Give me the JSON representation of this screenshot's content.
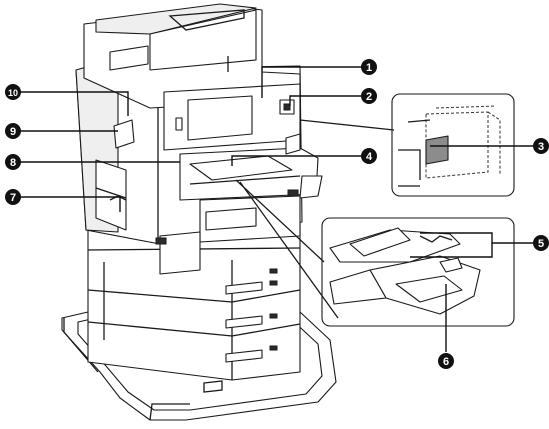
{
  "callouts": [
    {
      "id": "1",
      "label": "1"
    },
    {
      "id": "2",
      "label": "2"
    },
    {
      "id": "3",
      "label": "3"
    },
    {
      "id": "4",
      "label": "4"
    },
    {
      "id": "5",
      "label": "5"
    },
    {
      "id": "6",
      "label": "6"
    },
    {
      "id": "7",
      "label": "7"
    },
    {
      "id": "8",
      "label": "8"
    },
    {
      "id": "9",
      "label": "9"
    },
    {
      "id": "10",
      "label": "10"
    }
  ],
  "colors": {
    "ink": "#1a1a1a",
    "marker_fill": "#111111",
    "highlight": "#8c8c8c"
  }
}
